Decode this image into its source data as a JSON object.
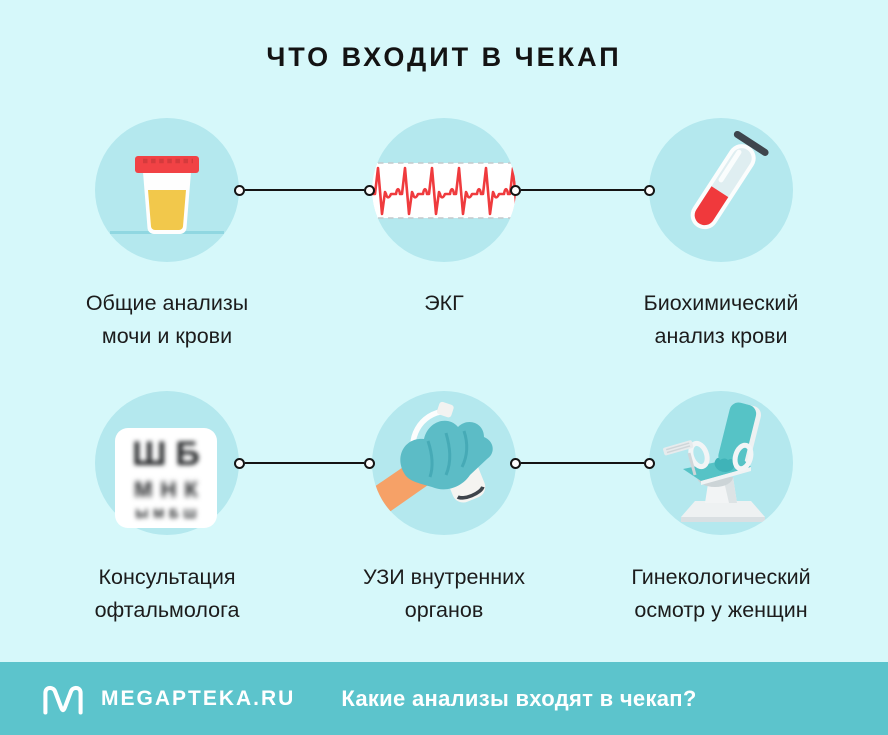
{
  "page": {
    "title": "ЧТО ВХОДИТ В ЧЕКАП",
    "background": "#d6f8fa"
  },
  "items": [
    {
      "id": "urine-blood-tests",
      "icon": "urine-sample-icon",
      "label_lines": [
        "Общие анализы",
        "мочи и крови"
      ]
    },
    {
      "id": "ecg",
      "icon": "ecg-icon",
      "label_lines": [
        "ЭКГ"
      ]
    },
    {
      "id": "biochem-blood",
      "icon": "blood-test-tube-icon",
      "label_lines": [
        "Биохимический",
        "анализ крови"
      ]
    },
    {
      "id": "ophthalmologist",
      "icon": "eye-chart-icon",
      "label_lines": [
        "Консультация",
        "офтальмолога"
      ],
      "eye_chart_rows": [
        "ШБ",
        "МНК",
        "ЫМБШ"
      ]
    },
    {
      "id": "ultrasound",
      "icon": "ultrasound-probe-icon",
      "label_lines": [
        "УЗИ внутренних",
        "органов"
      ]
    },
    {
      "id": "gynecology",
      "icon": "gynecological-chair-icon",
      "label_lines": [
        "Гинекологический",
        "осмотр у женщин"
      ]
    }
  ],
  "footer": {
    "brand": "MEGAPTEKA.RU",
    "question": "Какие анализы входят в чекап?",
    "background": "#5cc4cc"
  },
  "colors": {
    "circle": "#b4e8ee",
    "accent_red": "#ef3b3e",
    "accent_yellow": "#f2c84b",
    "glove_teal": "#5cbcc6",
    "chair_teal": "#56c3c6",
    "skin_orange": "#f6a167",
    "text": "#1c1c1c"
  }
}
